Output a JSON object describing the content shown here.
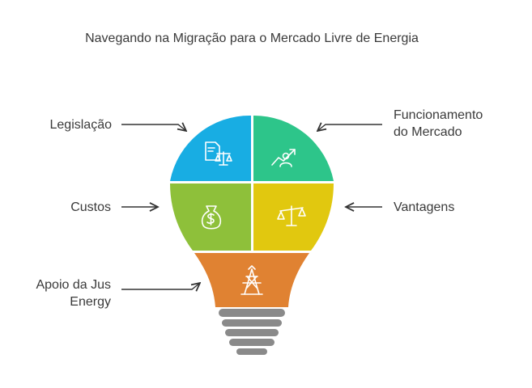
{
  "title": "Navegando na Migração para o Mercado Livre de Energia",
  "labels": {
    "legislacao": "Legislação",
    "funcionamento_line1": "Funcionamento",
    "funcionamento_line2": "do Mercado",
    "custos": "Custos",
    "vantagens": "Vantagens",
    "apoio_line1": "Apoio da Jus",
    "apoio_line2": "Energy"
  },
  "colors": {
    "blue": "#18ADE3",
    "teal": "#2DC58A",
    "green": "#8EC03A",
    "yellow": "#E1C80F",
    "orange": "#E08232",
    "base": "#8A8A8A",
    "arrow": "#333333"
  },
  "icons": {
    "legislacao": "document-scale-icon",
    "funcionamento": "person-chart-icon",
    "custos": "money-bag-icon",
    "vantagens": "balance-scale-icon",
    "apoio": "transmission-tower-icon"
  }
}
